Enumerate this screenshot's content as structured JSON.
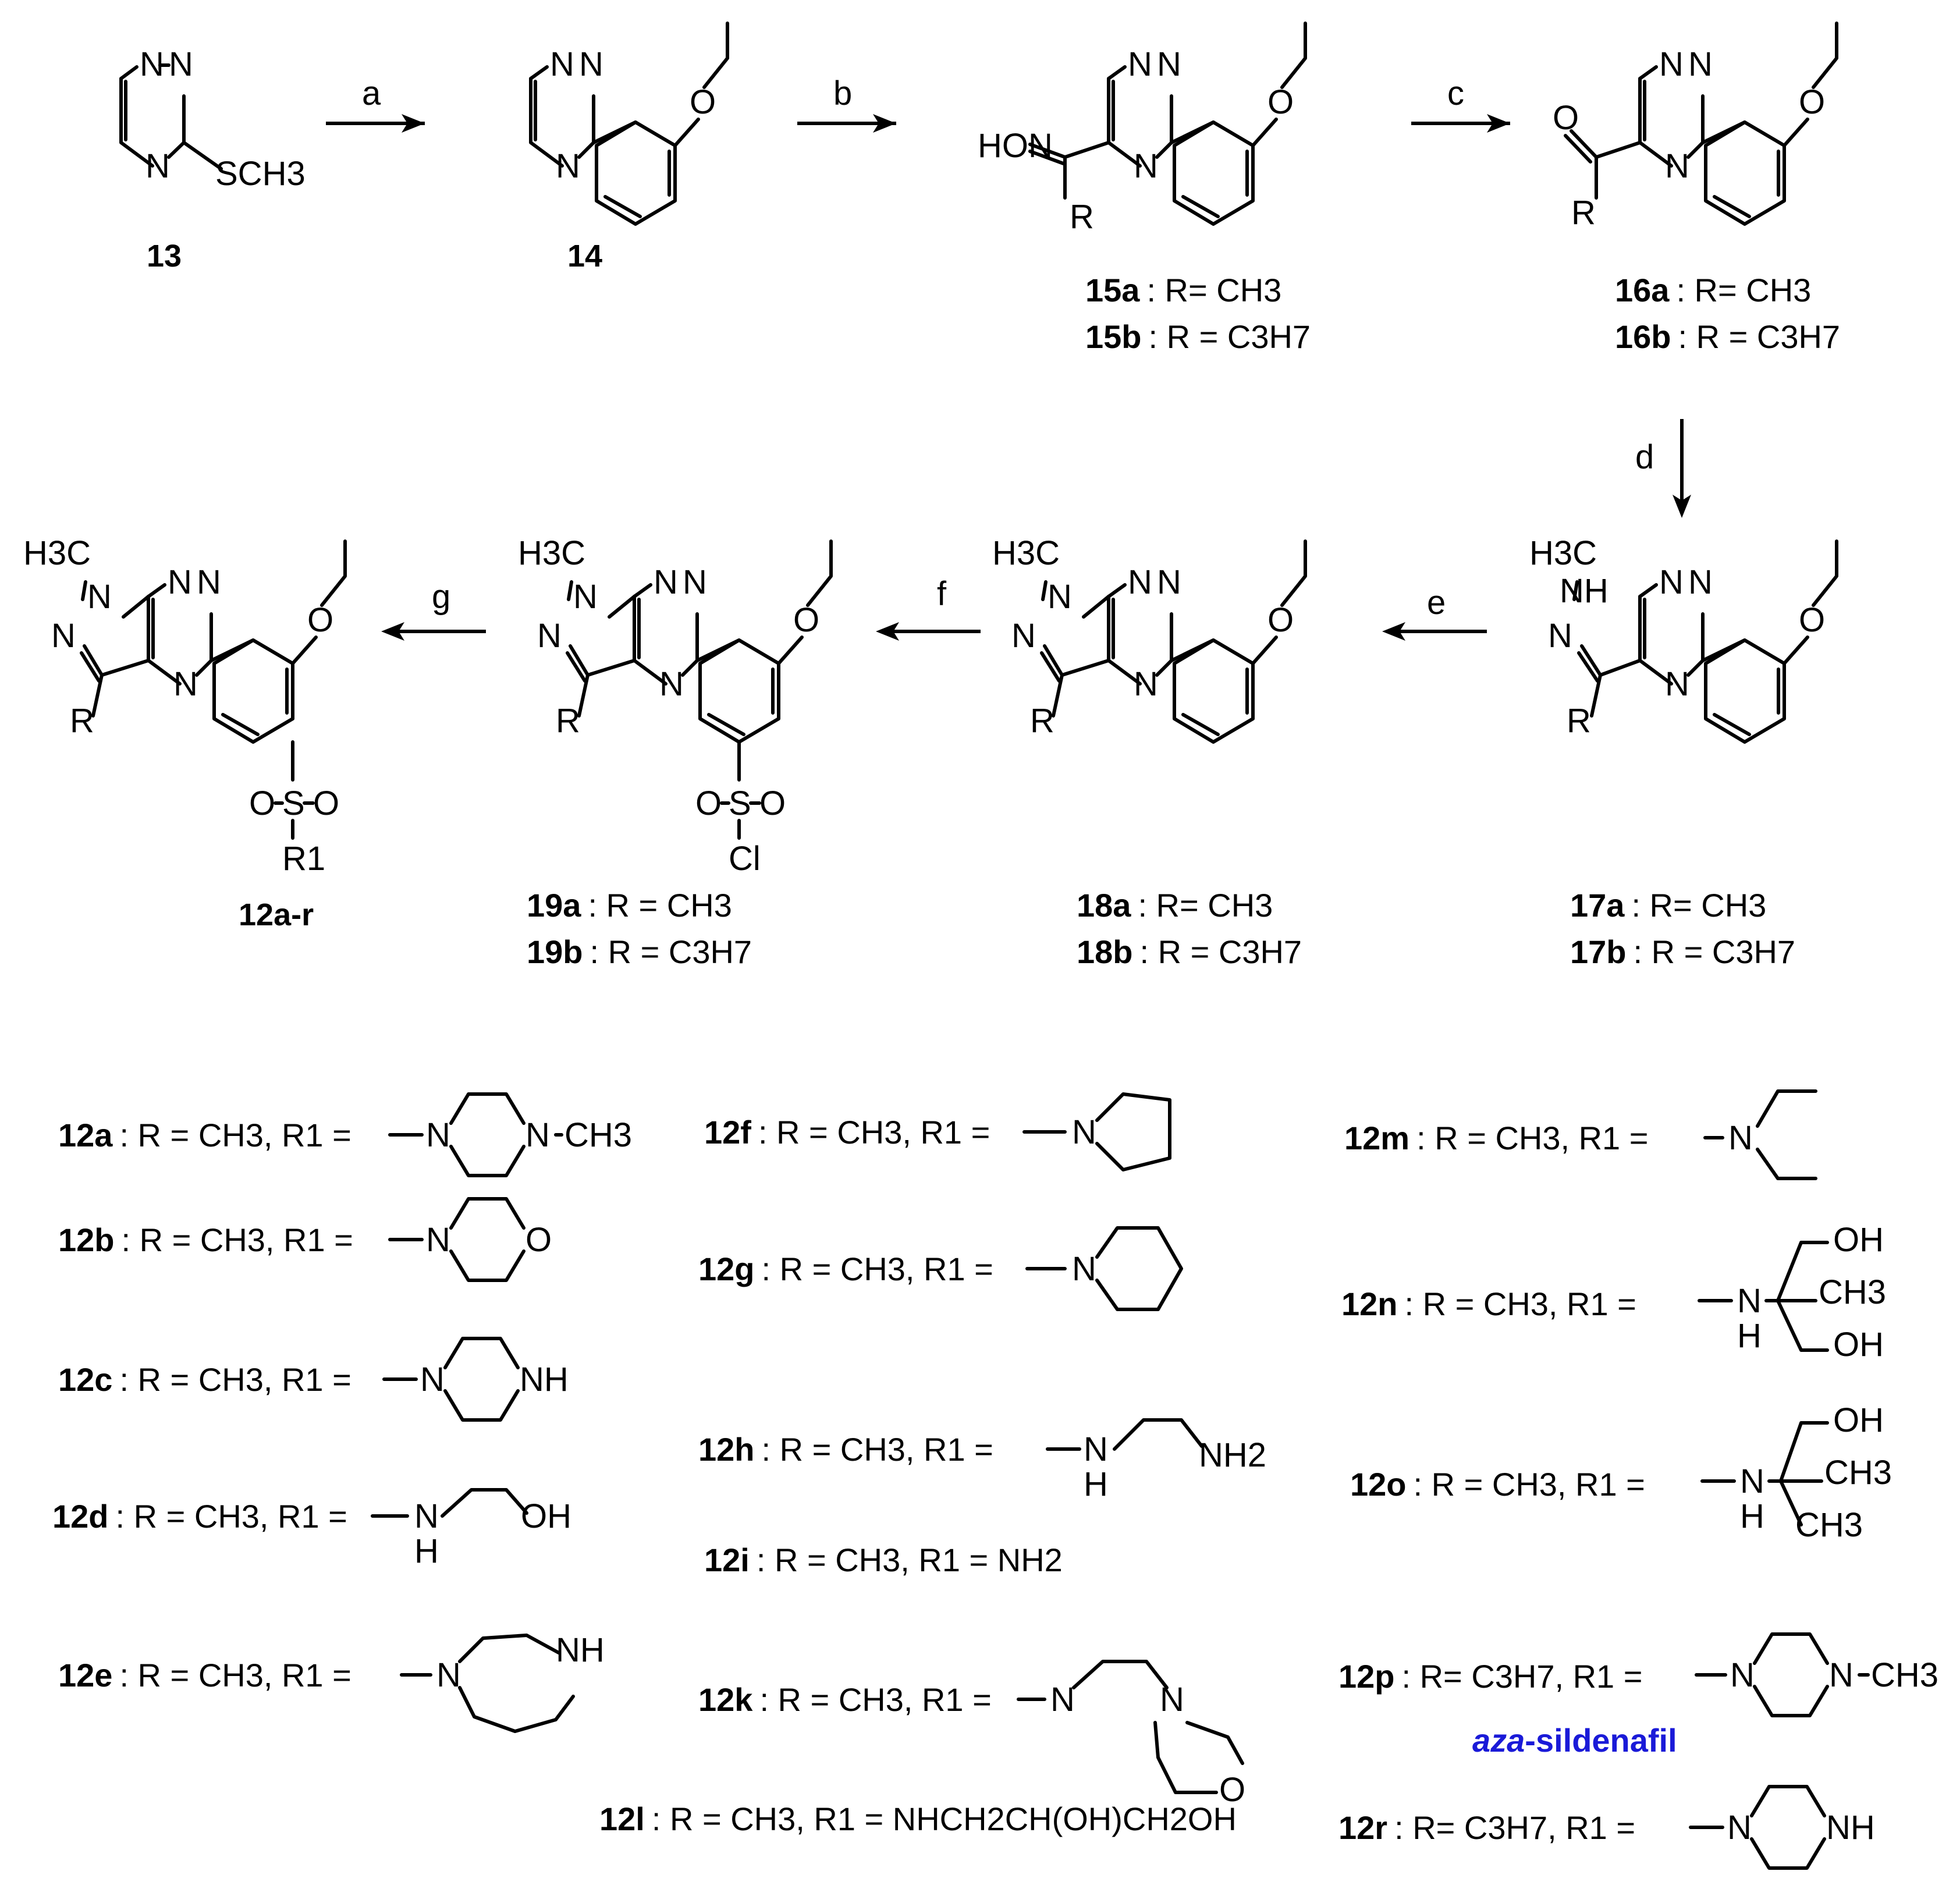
{
  "reagents": {
    "a": "a",
    "b": "b",
    "c": "c",
    "d": "d",
    "e": "e",
    "f": "f",
    "g": "g"
  },
  "compounds": {
    "c13": "13",
    "c14": "14",
    "c15a": "15a",
    "c15b": "15b",
    "c16a": "16a",
    "c16b": "16b",
    "c17a": "17a",
    "c17b": "17b",
    "c18a": "18a",
    "c18b": "18b",
    "c19a": "19a",
    "c19b": "19b",
    "c12": "12a-r"
  },
  "substituents": {
    "ra": ": R= CH3",
    "ra_sp": ": R = CH3",
    "rb": ": R = C3H7"
  },
  "atoms": {
    "N": "N",
    "O": "O",
    "S": "S",
    "Cl": "Cl",
    "R": "R",
    "H": "H",
    "NH": "NH",
    "OH": "OH",
    "CH3": "CH3",
    "H3C": "H3C",
    "SCH3": "SCH3",
    "HON": "HON",
    "R1": "R1",
    "NH2": "NH2"
  },
  "entries": {
    "e12a": {
      "id": "12a",
      "text": ": R = CH3, R1 ="
    },
    "e12b": {
      "id": "12b",
      "text": ": R = CH3, R1 ="
    },
    "e12c": {
      "id": "12c",
      "text": ": R = CH3, R1 ="
    },
    "e12d": {
      "id": "12d",
      "text": ": R = CH3, R1 ="
    },
    "e12e": {
      "id": "12e",
      "text": ": R = CH3, R1 ="
    },
    "e12f": {
      "id": "12f",
      "text": ": R = CH3, R1 ="
    },
    "e12g": {
      "id": "12g",
      "text": ": R = CH3, R1 ="
    },
    "e12h": {
      "id": "12h",
      "text": ": R = CH3, R1 ="
    },
    "e12i": {
      "id": "12i",
      "text": ": R = CH3, R1 = NH2"
    },
    "e12k": {
      "id": "12k",
      "text": ": R = CH3, R1 ="
    },
    "e12l": {
      "id": "12l",
      "text": ": R = CH3, R1 = NHCH2CH(OH)CH2OH"
    },
    "e12m": {
      "id": "12m",
      "text": ": R = CH3, R1 ="
    },
    "e12n": {
      "id": "12n",
      "text": ": R = CH3, R1 ="
    },
    "e12o": {
      "id": "12o",
      "text": ": R = CH3, R1 ="
    },
    "e12p": {
      "id": "12p",
      "text": ": R= C3H7, R1 ="
    },
    "e12r": {
      "id": "12r",
      "text": ": R= C3H7, R1 ="
    }
  },
  "highlight": {
    "prefix": "aza",
    "suffix": "-sildenafil"
  },
  "colors": {
    "highlight": "#1a1ad8",
    "ink": "#000000"
  }
}
